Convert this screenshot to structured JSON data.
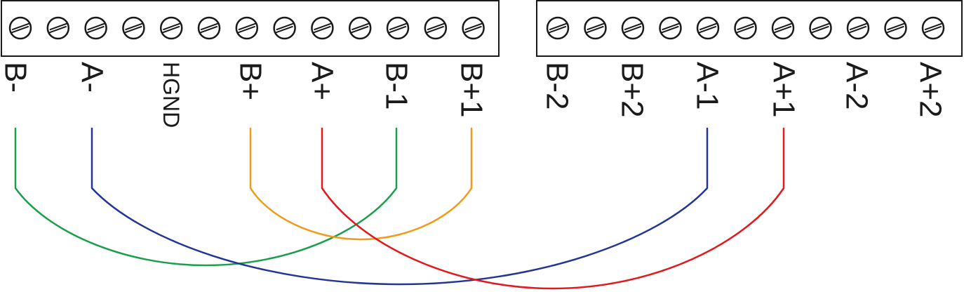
{
  "blocks": [
    {
      "id": "left",
      "screw_count": 13,
      "labels": [
        {
          "id": "B-",
          "text": "B-"
        },
        {
          "id": "A-",
          "text": "A-"
        },
        {
          "id": "HGND",
          "text": "HGND"
        },
        {
          "id": "B+",
          "text": "B+"
        },
        {
          "id": "A+",
          "text": "A+"
        },
        {
          "id": "B-1",
          "text": "B-1"
        },
        {
          "id": "B+1",
          "text": "B+1"
        }
      ]
    },
    {
      "id": "right",
      "screw_count": 11,
      "labels": [
        {
          "id": "B-2",
          "text": "B-2"
        },
        {
          "id": "B+2",
          "text": "B+2"
        },
        {
          "id": "A-1",
          "text": "A-1"
        },
        {
          "id": "A+1",
          "text": "A+1"
        },
        {
          "id": "A-2",
          "text": "A-2"
        },
        {
          "id": "A+2",
          "text": "A+2"
        }
      ]
    }
  ],
  "connections": [
    {
      "from": "B-",
      "to": "B-1",
      "color": "#1aa04a",
      "color_name": "green"
    },
    {
      "from": "A-",
      "to": "A-1",
      "color": "#233694",
      "color_name": "blue"
    },
    {
      "from": "B+",
      "to": "B+1",
      "color": "#f29a1a",
      "color_name": "orange"
    },
    {
      "from": "A+",
      "to": "A+1",
      "color": "#e3191c",
      "color_name": "red"
    }
  ]
}
